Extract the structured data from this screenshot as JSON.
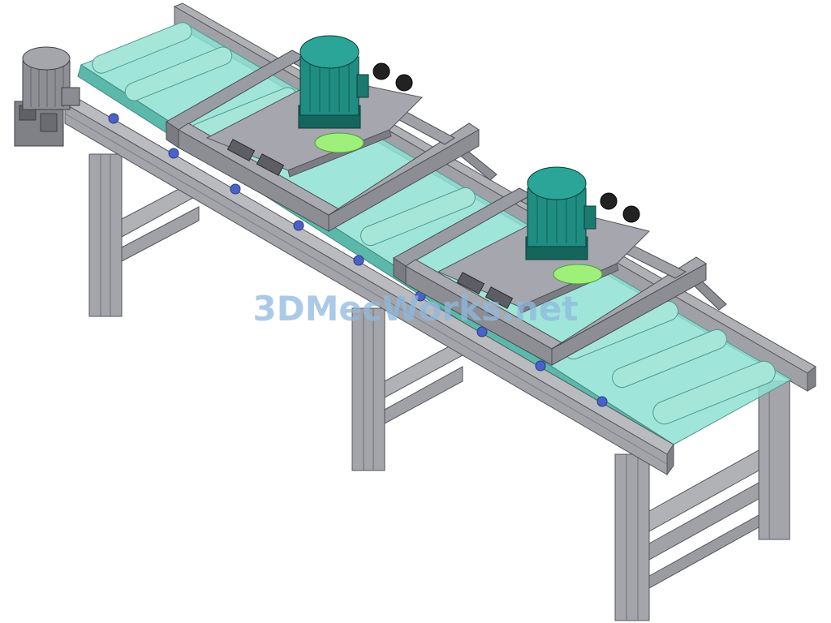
{
  "watermark": {
    "text": "3DMecWorks.net"
  },
  "colors": {
    "frame_light": "#b4b6ba",
    "frame_mid": "#9a9ca1",
    "frame_dark": "#6e7075",
    "belt": "#7fd6c9",
    "belt_dark": "#5bb8aa",
    "roller": "#9fdcce",
    "plate": "#a6a6ae",
    "plate_dark": "#7c7c84",
    "motor_teal": "#1f8d82",
    "motor_teal_dark": "#15655d",
    "gearmotor": "#8c8e93",
    "knob": "#222222",
    "bearing_blue": "#4a62c8",
    "blade_green": "#9ef07a"
  },
  "icons": [
    "gear-motor",
    "motor",
    "roller",
    "knob",
    "hinge"
  ]
}
